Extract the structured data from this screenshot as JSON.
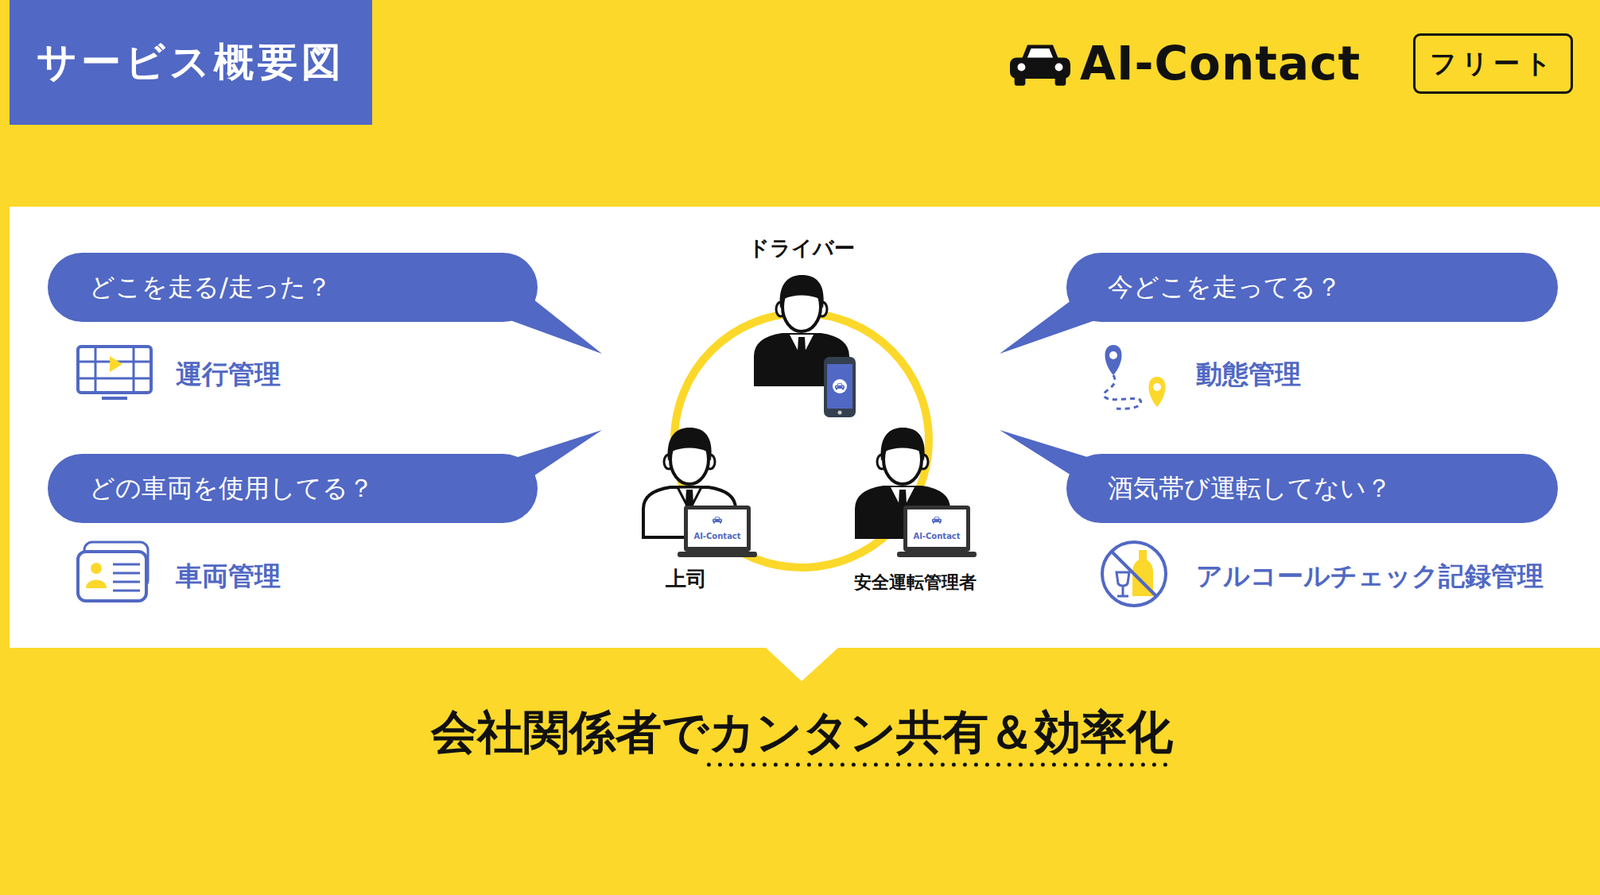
{
  "diagram": {
    "title": "サービス概要図",
    "caption": "会社関係者でカンタン共有＆効率化",
    "nodes": [
      {
        "text": [
          "フリート"
        ]
      },
      {
        "text": [
          "どこを走る/走った？"
        ]
      },
      {
        "text": [
          "今どこを走ってる？"
        ]
      },
      {
        "text": [
          "どの車両を使用してる？"
        ]
      },
      {
        "text": [
          "酒気帯び運転してない？"
        ]
      }
    ],
    "labels": [
      "AI-Contact",
      "運行管理",
      "動態管理",
      "ドライバー",
      "AI-Contact",
      "AI-Contact",
      "上司",
      "安全運転管理者",
      "車両管理",
      "アルコールチェック記録管理"
    ]
  }
}
